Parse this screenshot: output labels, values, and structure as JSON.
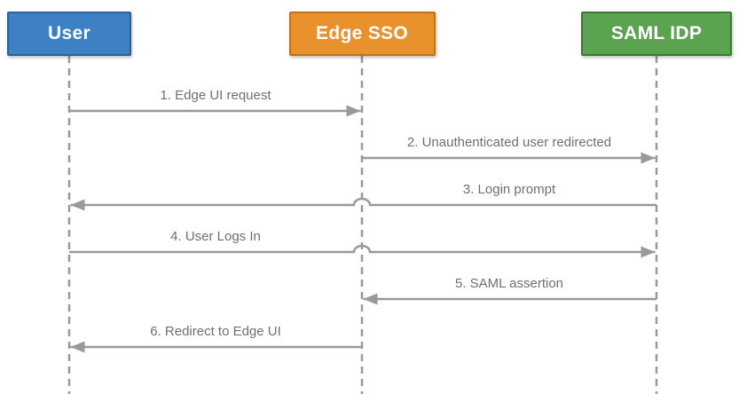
{
  "diagram": {
    "type": "sequence-diagram",
    "colors": {
      "background": "#ffffff",
      "line": "#999999",
      "message_text": "#6f6f6f"
    },
    "actors": [
      {
        "label": "User",
        "fill": "#3d80c4",
        "border": "#2b629b"
      },
      {
        "label": "Edge SSO",
        "fill": "#e8912d",
        "border": "#bf711c"
      },
      {
        "label": "SAML IDP",
        "fill": "#5ba351",
        "border": "#3e7a35"
      }
    ],
    "messages": [
      {
        "label": "1. Edge UI request",
        "from": 0,
        "to": 1
      },
      {
        "label": "2. Unauthenticated user redirected",
        "from": 1,
        "to": 2
      },
      {
        "label": "3. Login prompt",
        "from": 2,
        "to": 0
      },
      {
        "label": "4. User Logs In",
        "from": 0,
        "to": 2
      },
      {
        "label": "5. SAML assertion",
        "from": 2,
        "to": 1
      },
      {
        "label": "6. Redirect to Edge UI",
        "from": 1,
        "to": 0
      }
    ]
  }
}
